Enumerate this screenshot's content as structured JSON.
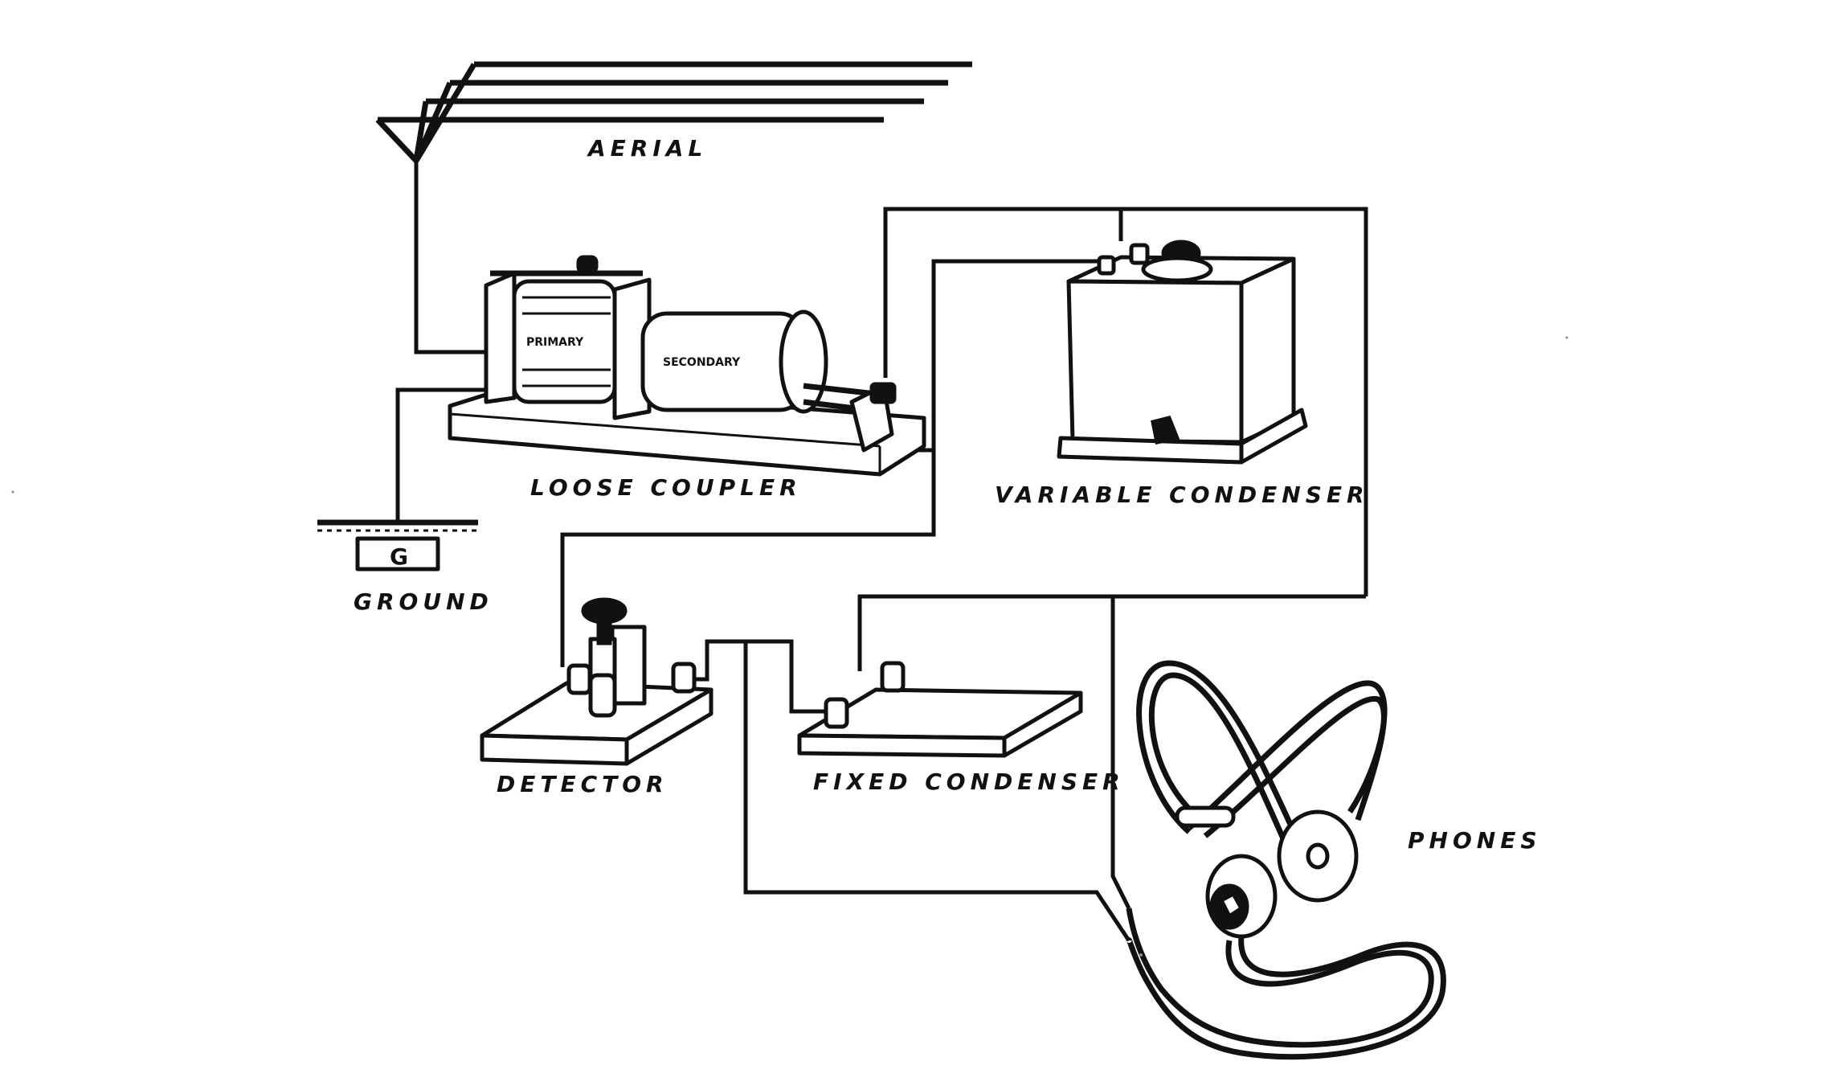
{
  "labels": {
    "aerial": "AERIAL",
    "loose_coupler": "LOOSE COUPLER",
    "variable_condenser": "VARIABLE CONDENSER",
    "ground": "GROUND",
    "ground_box": "G",
    "detector": "DETECTOR",
    "fixed_condenser": "FIXED CONDENSER",
    "phones": "PHONES",
    "primary": "PRIMARY",
    "secondary": "SECONDARY"
  }
}
